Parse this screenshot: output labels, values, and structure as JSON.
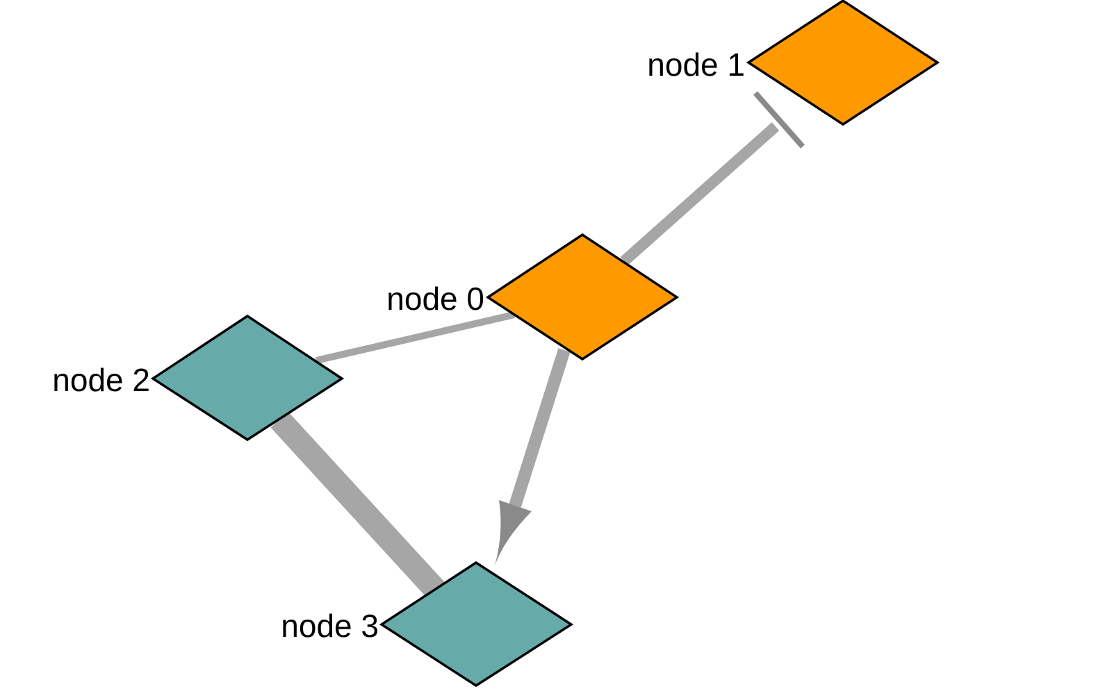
{
  "diagram": {
    "edge_color": "#a6a6a6",
    "arrowhead_color": "#8a8a8a",
    "nodes": [
      {
        "id": "node0",
        "label": "node 0",
        "shape": "diamond",
        "color": "#ff9900"
      },
      {
        "id": "node1",
        "label": "node 1",
        "shape": "diamond",
        "color": "#ff9900"
      },
      {
        "id": "node2",
        "label": "node 2",
        "shape": "diamond",
        "color": "#66aaaa"
      },
      {
        "id": "node3",
        "label": "node 3",
        "shape": "diamond",
        "color": "#66aaaa"
      }
    ],
    "edges": [
      {
        "source": "node0",
        "target": "node1",
        "arrowhead": "tee"
      },
      {
        "source": "node0",
        "target": "node2",
        "arrowhead": "none"
      },
      {
        "source": "node0",
        "target": "node3",
        "arrowhead": "arrow"
      },
      {
        "source": "node2",
        "target": "node3",
        "arrowhead": "none"
      }
    ]
  }
}
